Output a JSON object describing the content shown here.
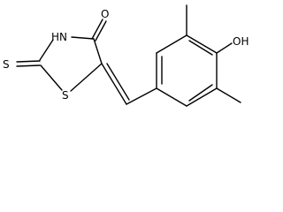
{
  "diagram": {
    "type": "skeletal-structure",
    "atom_labels": {
      "oxygen_carbonyl": "O",
      "nh": "HN",
      "sulfur_thione": "S",
      "sulfur_ring": "S",
      "hydroxyl": "OH"
    }
  }
}
